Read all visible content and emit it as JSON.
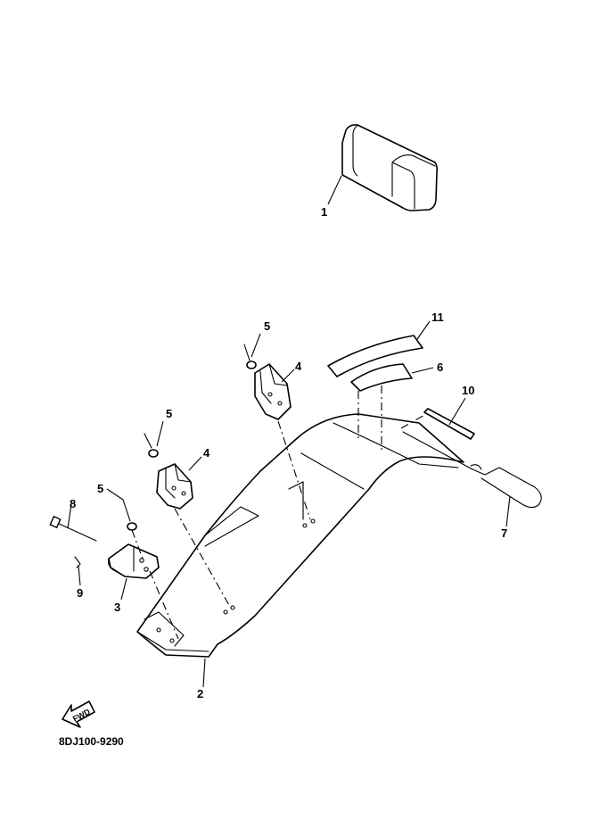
{
  "diagram": {
    "callouts": {
      "c1": "1",
      "c2": "2",
      "c3": "3",
      "c4a": "4",
      "c4b": "4",
      "c5a": "5",
      "c5b": "5",
      "c5c": "5",
      "c6": "6",
      "c7": "7",
      "c8": "8",
      "c9": "9",
      "c10": "10",
      "c11": "11"
    },
    "fwd_label": "FWD",
    "drawing_code": "8DJ100-9290"
  }
}
